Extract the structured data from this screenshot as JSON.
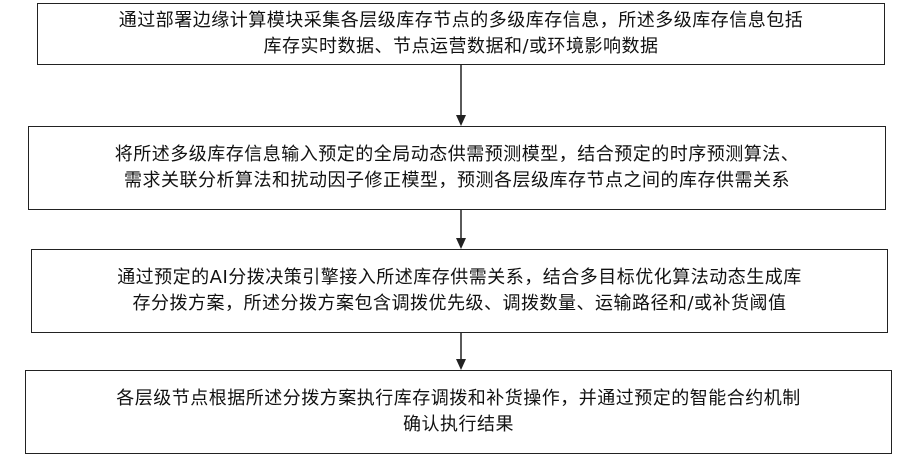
{
  "steps": [
    {
      "text": "通过部署边缘计算模块采集各层级库存节点的多级库存信息，所述多级库存信息包括\n库存实时数据、节点运营数据和/或环境影响数据"
    },
    {
      "text": "将所述多级库存信息输入预定的全局动态供需预测模型，结合预定的时序预测算法、\n需求关联分析算法和扰动因子修正模型，预测各层级库存节点之间的库存供需关系"
    },
    {
      "text": "通过预定的AI分拨决策引擎接入所述库存供需关系，结合多目标优化算法动态生成库\n存分拨方案，所述分拨方案包含调拨优先级、调拨数量、运输路径和/或补货阈值"
    },
    {
      "text": "各层级节点根据所述分拨方案执行库存调拨和补货操作，并通过预定的智能合约机制\n确认执行结果"
    }
  ]
}
